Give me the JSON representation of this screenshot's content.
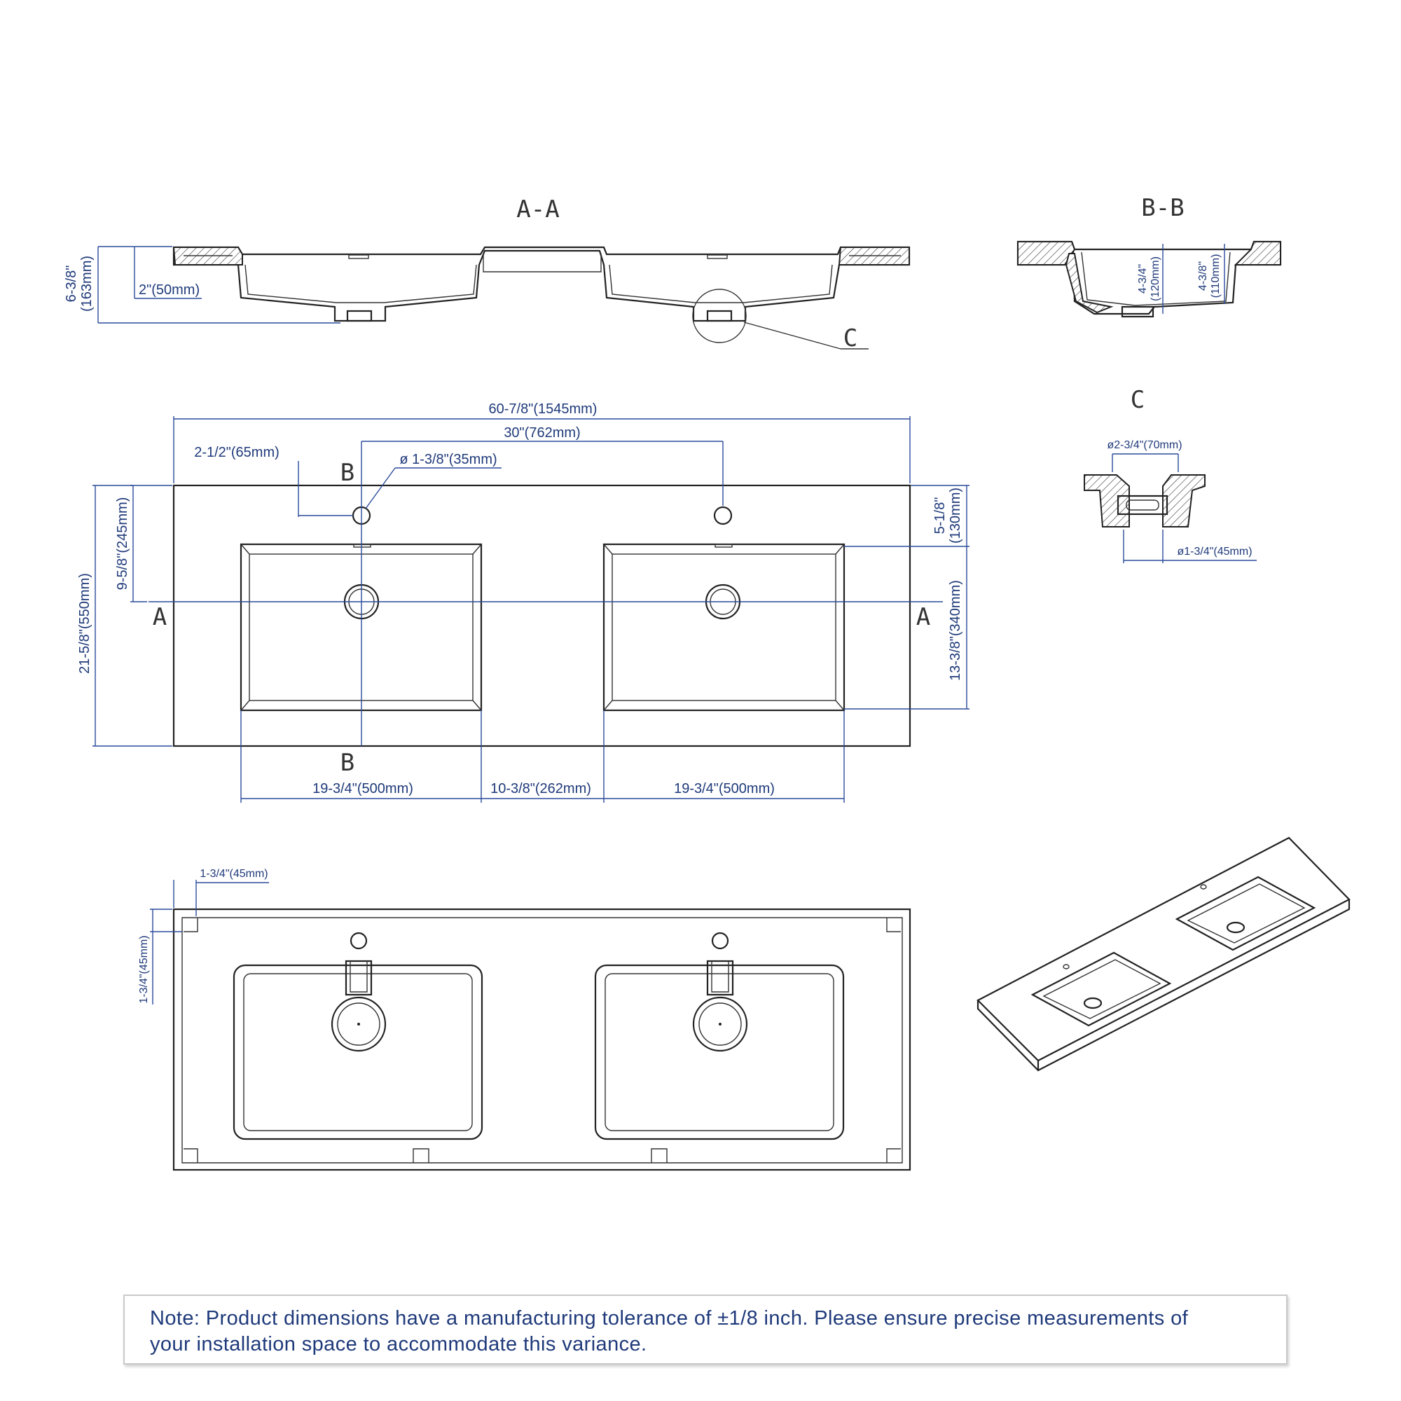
{
  "views": {
    "section_aa": "A-A",
    "section_bb": "B-B",
    "detail_c": "C"
  },
  "markers": {
    "a": "A",
    "b": "B",
    "c": "C"
  },
  "dimensions": {
    "overall_height": "6-3/8\"",
    "overall_height_mm": "(163mm)",
    "rim_depth": "2\"(50mm)",
    "bowl_depth_bb": "4-3/4\"",
    "bowl_depth_bb_mm": "(120mm)",
    "bowl_depth_bb2": "4-3/8\"",
    "bowl_depth_bb2_mm": "(110mm)",
    "total_length": "60-7/8\"(1545mm)",
    "faucet_spacing": "30\"(762mm)",
    "faucet_offset": "2-1/2\"(65mm)",
    "faucet_hole": "ø 1-3/8\"(35mm)",
    "depth_to_drain": "9-5/8\"(245mm)",
    "total_depth": "21-5/8\"(550mm)",
    "back_to_bowl": "5-1/8\"",
    "back_to_bowl_mm": "(130mm)",
    "bowl_depth": "13-3/8\"(340mm)",
    "bowl_width_left": "19-3/4\"(500mm)",
    "bowl_gap": "10-3/8\"(262mm)",
    "bowl_width_right": "19-3/4\"(500mm)",
    "drain_outer": "ø2-3/4\"(70mm)",
    "drain_inner": "ø1-3/4\"(45mm)",
    "edge_width": "1-3/4\"(45mm)",
    "edge_depth": "1-3/4\"(45mm)"
  },
  "note": {
    "line1": "Note: Product dimensions have a manufacturing tolerance of ±1/8 inch. Please ensure precise measurements of",
    "line2": "your installation space to accommodate this variance."
  }
}
